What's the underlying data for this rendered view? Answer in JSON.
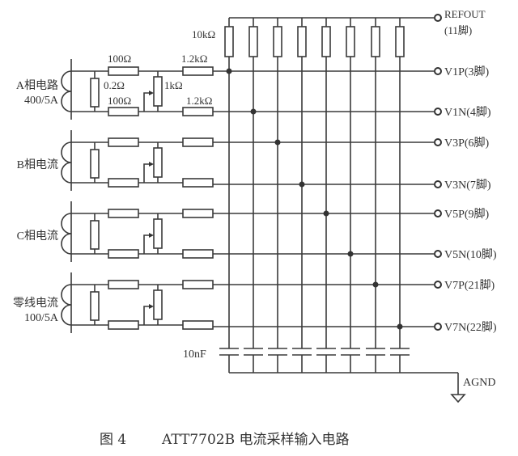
{
  "caption": {
    "figure": "图 4",
    "title": "ATT7702B 电流采样输入电路"
  },
  "pullup": {
    "resistor_label": "10kΩ",
    "terminal_label": "REFOUT",
    "terminal_pin": "(11脚)"
  },
  "channels": [
    {
      "name": "A相电路",
      "ratio": "400/5A",
      "burden": "0.2Ω",
      "series_top": "100Ω",
      "series_bottom": "100Ω",
      "pot": "1kΩ",
      "out_top": "1.2kΩ",
      "out_bottom": "1.2kΩ",
      "pin_p": "V1P(3脚)",
      "pin_n": "V1N(4脚)"
    },
    {
      "name": "B相电流",
      "ratio": "",
      "pin_p": "V3P(6脚)",
      "pin_n": "V3N(7脚)"
    },
    {
      "name": "C相电流",
      "ratio": "",
      "pin_p": "V5P(9脚)",
      "pin_n": "V5N(10脚)"
    },
    {
      "name": "零线电流",
      "ratio": "100/5A",
      "pin_p": "V7P(21脚)",
      "pin_n": "V7N(22脚)"
    }
  ],
  "filter": {
    "capacitor_label": "10nF",
    "ground_label": "AGND"
  },
  "connections": [
    {
      "line": "V1P",
      "bus": 0
    },
    {
      "line": "V1N",
      "bus": 1
    },
    {
      "line": "V3P",
      "bus": 2
    },
    {
      "line": "V3N",
      "bus": 3
    },
    {
      "line": "V5P",
      "bus": 4
    },
    {
      "line": "V5N",
      "bus": 5
    },
    {
      "line": "V7P",
      "bus": 6
    },
    {
      "line": "V7N",
      "bus": 7
    }
  ]
}
